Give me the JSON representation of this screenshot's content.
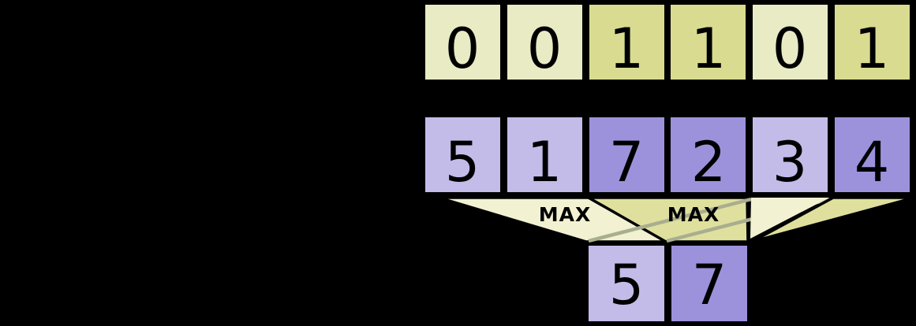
{
  "diagram": {
    "description": "Masked MAX reduction of a vector: mask row selects elements, MAX funnels reduce unmasked and masked groups into result cells",
    "mask_row": {
      "cells": [
        {
          "value": "0",
          "masked": false
        },
        {
          "value": "0",
          "masked": false
        },
        {
          "value": "1",
          "masked": true
        },
        {
          "value": "1",
          "masked": true
        },
        {
          "value": "0",
          "masked": false
        },
        {
          "value": "1",
          "masked": true
        }
      ]
    },
    "value_row": {
      "cells": [
        {
          "value": "5",
          "masked": false
        },
        {
          "value": "1",
          "masked": false
        },
        {
          "value": "7",
          "masked": true
        },
        {
          "value": "2",
          "masked": true
        },
        {
          "value": "3",
          "masked": false
        },
        {
          "value": "4",
          "masked": true
        }
      ]
    },
    "operations": {
      "left_label": "MAX",
      "right_label": "MAX"
    },
    "result_row": {
      "cells": [
        {
          "value": "5",
          "masked": false
        },
        {
          "value": "7",
          "masked": true
        }
      ]
    },
    "colors": {
      "background": "#000000",
      "mask_cell_light": "#e9ebc4",
      "mask_cell_dark": "#d9dc90",
      "value_cell_light": "#c3bce9",
      "value_cell_dark": "#9c92dc",
      "funnel_light": "#f2f2d3",
      "funnel_dark": "#dfe09e",
      "funnel_overlap_line": "#a9ae8e",
      "text": "#000000"
    }
  }
}
